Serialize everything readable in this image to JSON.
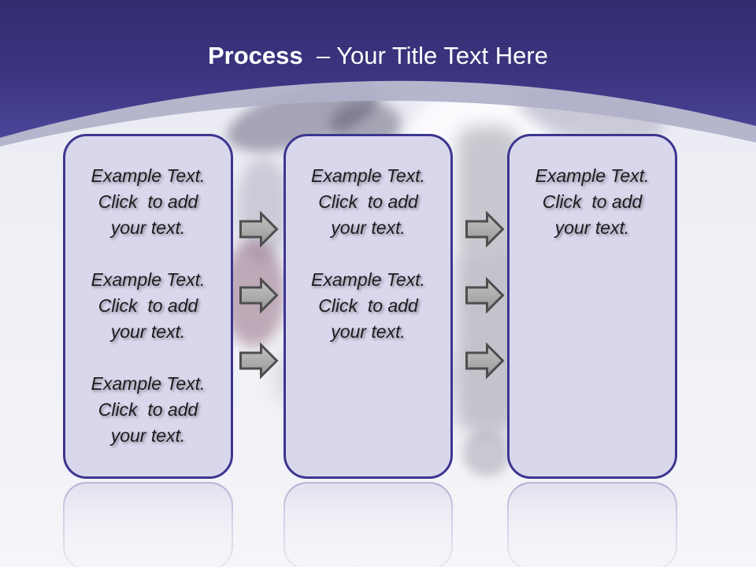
{
  "title": {
    "bold": "Process",
    "rest": "  – Your Title Text Here"
  },
  "boxes": [
    {
      "paragraphs": [
        {
          "lines": [
            "Example Text.",
            "Click  to add",
            "your text."
          ]
        },
        {
          "lines": [
            "Example Text.",
            "Click  to add",
            "your text."
          ]
        },
        {
          "lines": [
            "Example Text.",
            "Click  to add",
            "your text."
          ]
        }
      ]
    },
    {
      "paragraphs": [
        {
          "lines": [
            "Example Text.",
            "Click  to add",
            "your text."
          ]
        },
        {
          "lines": [
            "Example Text.",
            "Click  to add",
            "your text."
          ]
        }
      ]
    },
    {
      "paragraphs": [
        {
          "lines": [
            "Example Text.",
            "Click  to add",
            "your text."
          ]
        }
      ]
    }
  ],
  "arrows": {
    "icon": "block-arrow-right",
    "columns": 2,
    "per_column": 3
  },
  "colors": {
    "header_top": "#322d6f",
    "header_bottom": "#4b4698",
    "band": "#b0b0c9",
    "box_fill": "#d9d7ec",
    "box_border": "#3d3690",
    "arrow_fill": "#a9a9a9",
    "arrow_border": "#4e4e4e",
    "body_text": "#1c1c1c",
    "title_text": "#ffffff"
  }
}
